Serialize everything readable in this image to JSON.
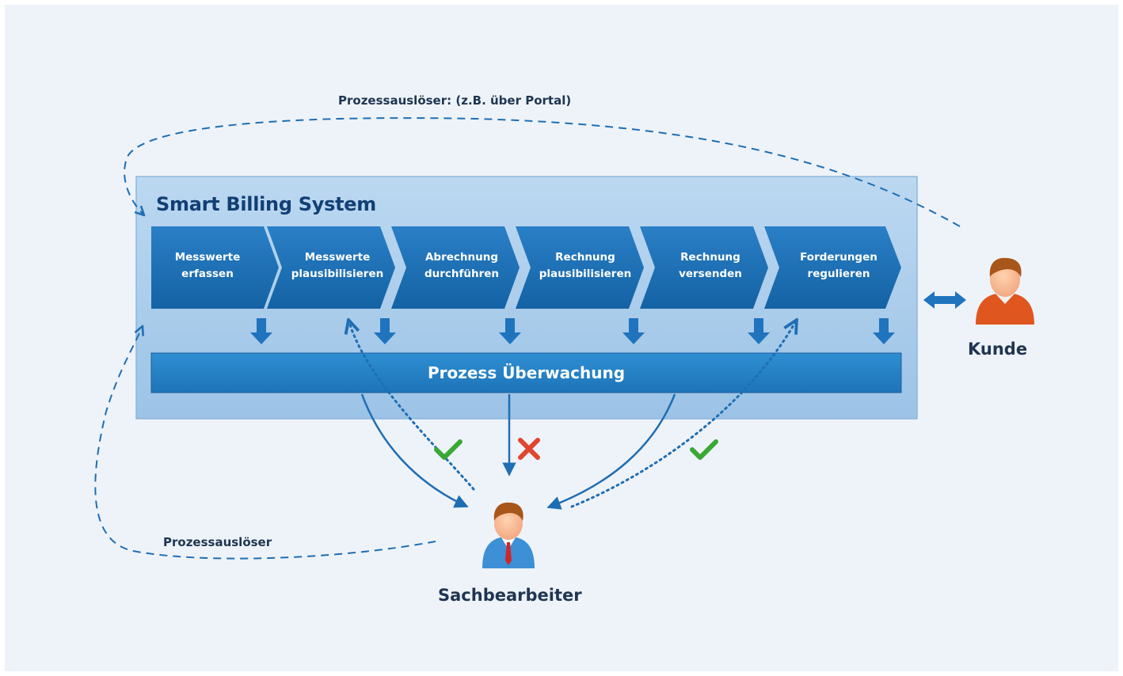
{
  "diagram": {
    "system_title": "Smart Billing System",
    "steps": [
      {
        "label": "Messwerte\nerfassen"
      },
      {
        "label": "Messwerte\nplausibilisieren"
      },
      {
        "label": "Abrechnung\ndurchführen"
      },
      {
        "label": "Rechnung\nplausibilisieren"
      },
      {
        "label": "Rechnung\nversenden"
      },
      {
        "label": "Forderungen\nregulieren"
      }
    ],
    "monitoring_label": "Prozess Überwachung",
    "trigger_portal_label": "Prozessauslöser: (z.B. über Portal)",
    "trigger_clerk_label": "Prozessauslöser",
    "actors": {
      "customer": "Kunde",
      "clerk": "Sachbearbeiter"
    },
    "status_marks": [
      "check",
      "cross",
      "check"
    ],
    "icons": [
      "customer-person-icon",
      "clerk-person-icon",
      "bidirectional-arrow-icon",
      "check-icon",
      "cross-icon"
    ],
    "colors": {
      "background": "#eef3f9",
      "system_box": "#a9cbea",
      "step_arrow": "#1f6eb3",
      "monitor_bar": "#2582c4",
      "connector": "#1f6eb3",
      "check": "#3aa835",
      "cross": "#e0462f",
      "customer_shirt": "#e0561f",
      "clerk_suit": "#3d8fd6"
    }
  }
}
